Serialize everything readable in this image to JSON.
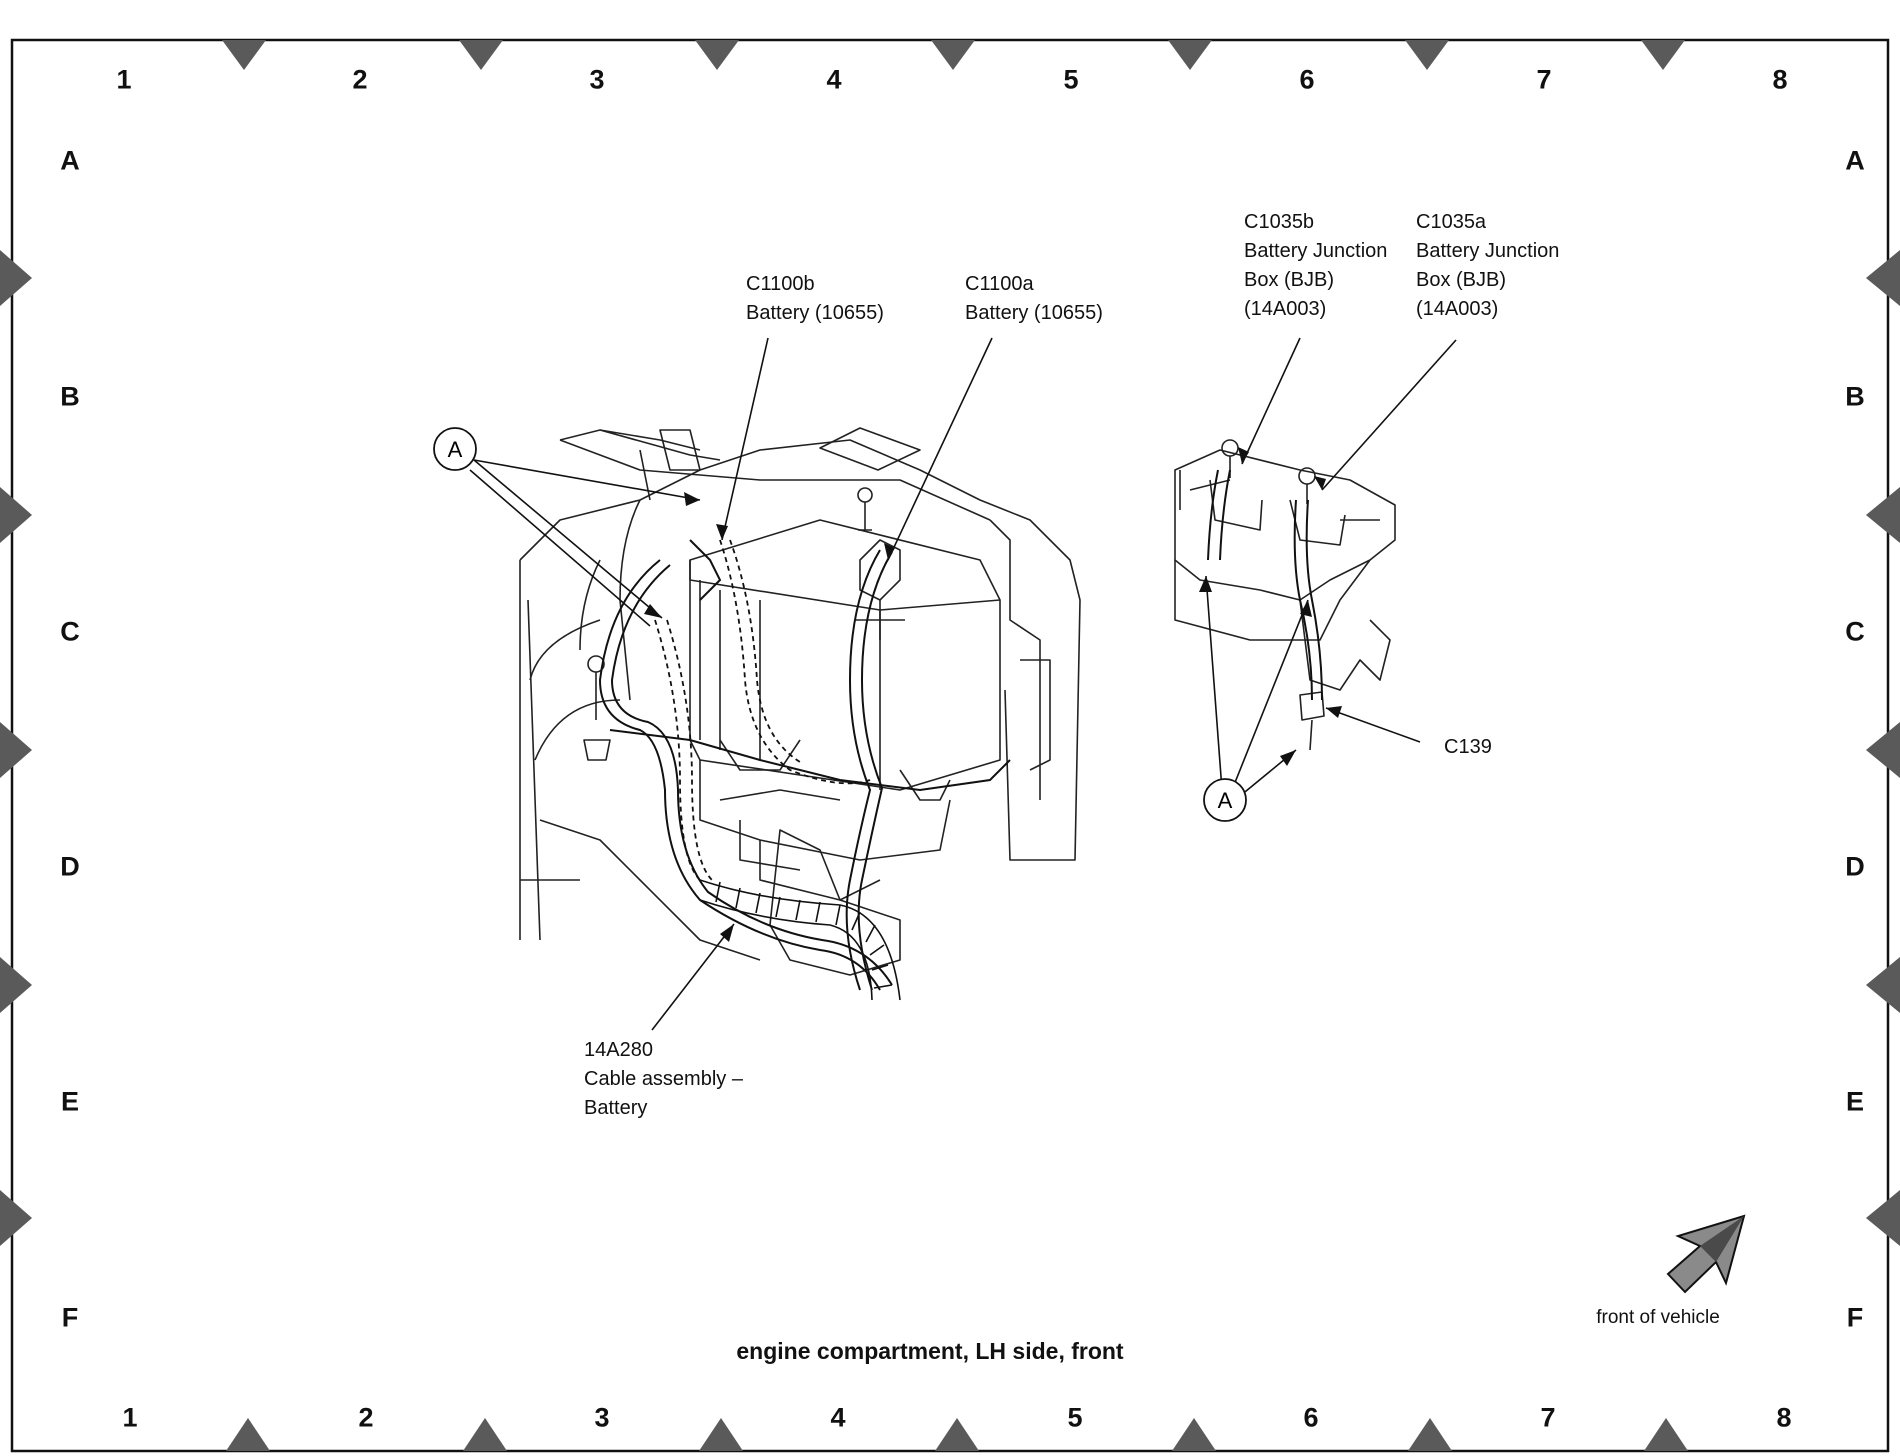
{
  "columns": [
    "1",
    "2",
    "3",
    "4",
    "5",
    "6",
    "7",
    "8"
  ],
  "rows": [
    "A",
    "B",
    "C",
    "D",
    "E",
    "F"
  ],
  "callouts": {
    "c1100b": [
      "C1100b",
      "Battery (10655)"
    ],
    "c1100a": [
      "C1100a",
      "Battery (10655)"
    ],
    "c1035b": [
      "C1035b",
      "Battery Junction",
      "Box (BJB)",
      "(14A003)"
    ],
    "c1035a": [
      "C1035a",
      "Battery Junction",
      "Box (BJB)",
      "(14A003)"
    ],
    "c139": [
      "C139"
    ],
    "cable": [
      "14A280",
      "Cable assembly –",
      "Battery"
    ]
  },
  "ref_marker": "A",
  "caption": "engine compartment, LH side, front",
  "front_label": "front of vehicle",
  "colors": {
    "ink": "#111111",
    "marker": "#5a5a5a",
    "background": "#ffffff"
  },
  "icons": [
    "direction-arrow-icon",
    "grid-marker-triangle-icon"
  ]
}
